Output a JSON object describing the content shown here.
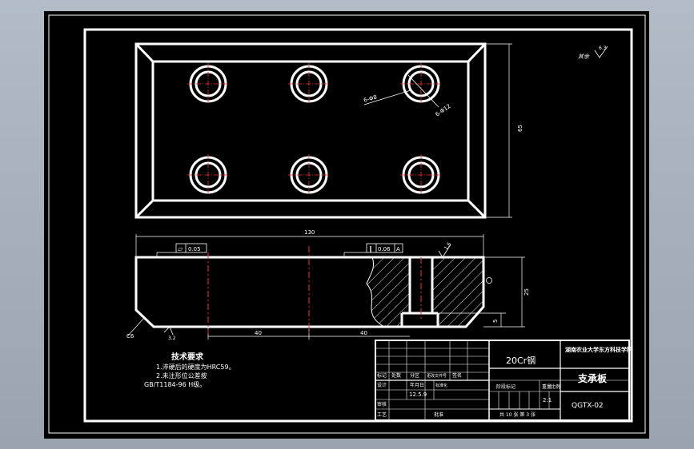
{
  "colors": {
    "background": "#a7b0bb",
    "canvas": "#000000",
    "line": "#ffffff",
    "center_line": "#ff2a2a"
  },
  "drawing": {
    "title": "支承板",
    "material": "20Cr钢",
    "school": "湖南农业大学东方科技学院",
    "drawing_number": "QGTX-02",
    "scale_label": "比例",
    "scale": "2:1",
    "weight_label": "重量",
    "stage_label": "阶段标记",
    "sheet_info": "共 10 张  第 3 张",
    "roughness_other_label": "其余",
    "roughness_other_value": "6.3"
  },
  "title_block_rows": {
    "row_labels": [
      "标记",
      "处数",
      "分区",
      "更改文件号",
      "签名"
    ],
    "design_labels": [
      "设计",
      "标准化",
      "年月日"
    ],
    "design_value": "12.5.9",
    "review_label": "审核",
    "process_label": "工艺",
    "approve_label": "批准"
  },
  "tech_requirements": {
    "title": "技术要求",
    "items": [
      "1.淬硬后的硬度为HRC59。",
      "2.未注形位公差按",
      "GB/T1184-96 H级。"
    ]
  },
  "dimensions": {
    "hole_label_1": "6-Φ8",
    "hole_label_2": "6-Φ12",
    "height_plan": "65",
    "length": "130",
    "pitch_1": "40",
    "pitch_2": "40",
    "thickness": "25",
    "counterbore": "5",
    "chamfer": "C6",
    "roughness_bottom": "3.2",
    "roughness_top": "1.6",
    "flatness_symbol": "▱",
    "flatness_value": "0.05",
    "parallel_symbol": "∥",
    "parallel_value": "0.06",
    "datum": "A"
  }
}
